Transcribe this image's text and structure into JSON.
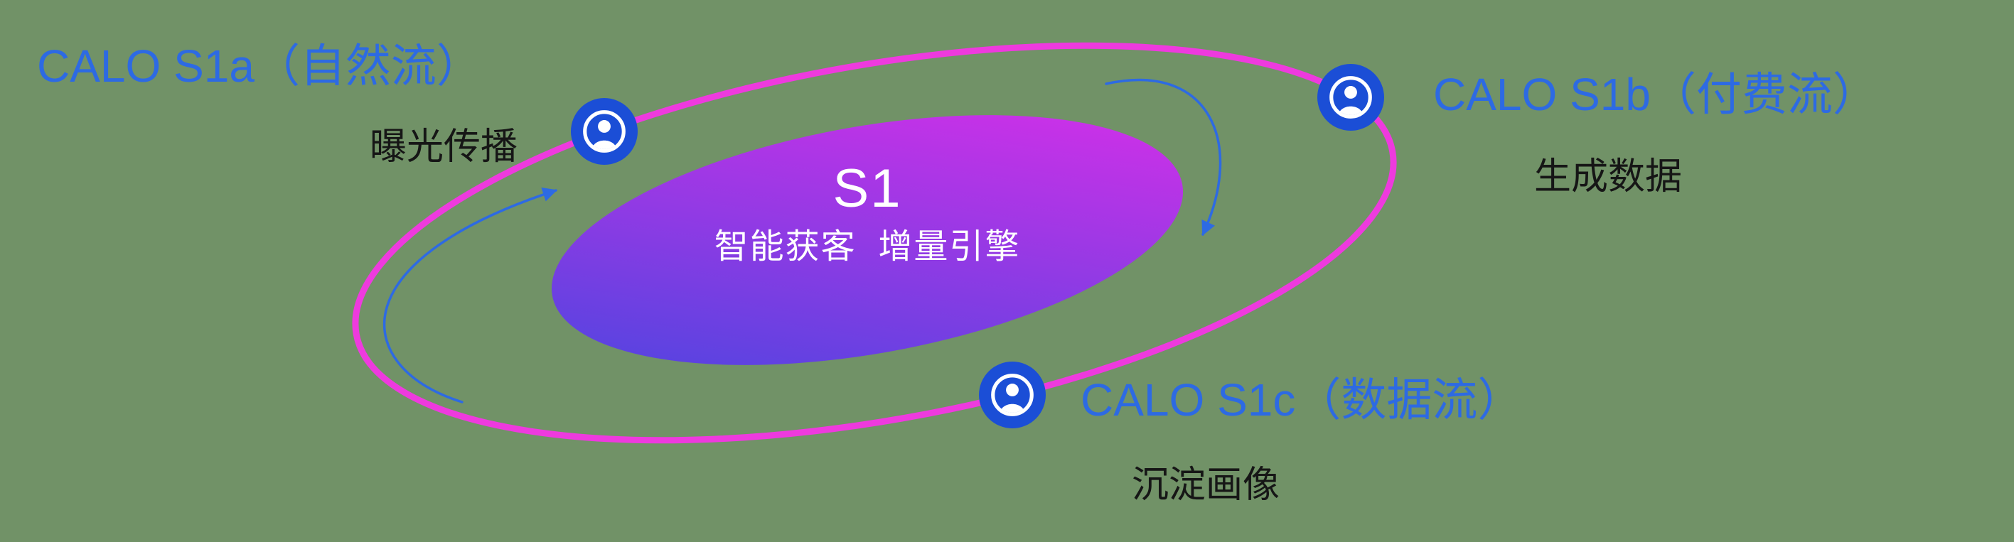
{
  "center": {
    "title": "S1",
    "subtitle": "智能获客  增量引擎"
  },
  "nodes": [
    {
      "id": "s1a",
      "title": "CALO S1a（自然流）",
      "subtitle": "曝光传播",
      "icon": "user-circle-icon"
    },
    {
      "id": "s1b",
      "title": "CALO S1b（付费流）",
      "subtitle": "生成数据",
      "icon": "user-circle-icon"
    },
    {
      "id": "s1c",
      "title": "CALO S1c（数据流）",
      "subtitle": "沉淀画像",
      "icon": "user-circle-icon"
    }
  ],
  "colors": {
    "background": "#719267",
    "title_blue": "#2d6ae3",
    "subtitle_dark": "#161616",
    "node_blue": "#1b4ed6",
    "orbit_pink": "#ee3ade",
    "core_gradient_start": "#4646df",
    "core_gradient_end": "#de2ee9",
    "arrow_blue": "#2d6ae3",
    "core_text": "#ffffff"
  }
}
